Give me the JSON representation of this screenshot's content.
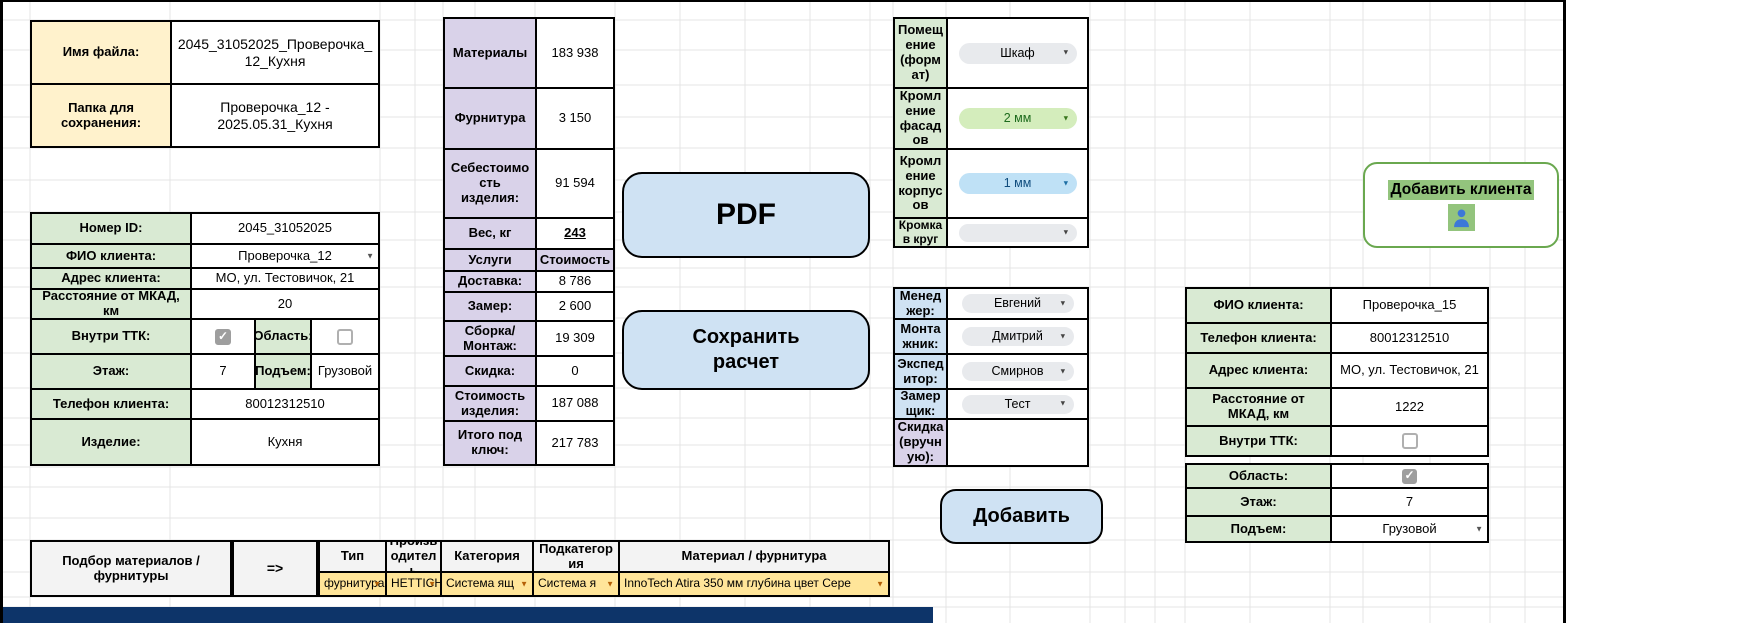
{
  "icons": {
    "dropdown": "▼",
    "check": "✓"
  },
  "colors": {
    "label_yellow": "#fff2cc",
    "label_green": "#d9ead3",
    "label_purple": "#d9d2e9",
    "label_blue": "#cfe2f3",
    "button_blue": "#cfe2f3",
    "chip_gray": "#e8eaed",
    "chip_green": "#d4edbc",
    "chip_blue": "#bfe1f6",
    "picker_yellow": "#ffe599",
    "highlight_green": "#93c47d",
    "person_icon_blue": "#3c78d8",
    "navy_bar": "#0d3469"
  },
  "file_info": {
    "name_label": "Имя файла:",
    "name_value": "2045_31052025_Проверочка_12_Кухня",
    "folder_label": "Папка для сохранения:",
    "folder_value": "Проверочка_12 - 2025.05.31_Кухня"
  },
  "client_left": {
    "id_label": "Номер ID:",
    "id_value": "2045_31052025",
    "fio_label": "ФИО клиента:",
    "fio_value": "Проверочка_12",
    "address_label": "Адрес клиента:",
    "address_value": "МО, ул. Тестовичок, 21",
    "mkad_label": "Расстояние от МКАД, км",
    "mkad_value": "20",
    "ttk_label": "Внутри ТТК:",
    "ttk_checked": true,
    "oblast_label": "Область:",
    "oblast_checked": false,
    "floor_label": "Этаж:",
    "floor_value": "7",
    "lift_label": "Подъем:",
    "lift_value": "Грузовой",
    "phone_label": "Телефон клиента:",
    "phone_value": "80012312510",
    "product_label": "Изделие:",
    "product_value": "Кухня"
  },
  "costs": {
    "materials_label": "Материалы",
    "materials_value": "183 938",
    "furniture_label": "Фурнитура",
    "furniture_value": "3 150",
    "cost_label": "Себестоимость изделия:",
    "cost_value": "91 594",
    "weight_label": "Вес, кг",
    "weight_value": "243",
    "services_header": "Услуги",
    "price_header": "Стоимость",
    "delivery_label": "Доставка:",
    "delivery_value": "8 786",
    "measure_label": "Замер:",
    "measure_value": "2 600",
    "assembly_label": "Сборка/Монтаж:",
    "assembly_value": "19 309",
    "discount_label": "Скидка:",
    "discount_value": "0",
    "product_cost_label": "Стоимость изделия:",
    "product_cost_value": "187 088",
    "total_label": "Итого под ключ:",
    "total_value": "217 783"
  },
  "buttons": {
    "pdf": "PDF",
    "save": "Сохранить\nрасчет",
    "add": "Добавить",
    "add_client": "Добавить клиента"
  },
  "options": {
    "room_label": "Помещение (формат)",
    "room_value": "Шкаф",
    "facade_edge_label": "Кромление фасадов",
    "facade_edge_value": "2 мм",
    "body_edge_label": "Кромление корпусов",
    "body_edge_value": "1 мм",
    "round_edge_label": "Кромка в круг",
    "round_edge_value": ""
  },
  "staff": {
    "manager_label": "Менеджер:",
    "manager_value": "Евгений",
    "installer_label": "Монтажник:",
    "installer_value": "Дмитрий",
    "forwarder_label": "Экспедитор:",
    "forwarder_value": "Смирнов",
    "surveyor_label": "Замерщик:",
    "surveyor_value": "Тест",
    "manual_discount_label": "Скидка (вручную):",
    "manual_discount_value": ""
  },
  "client_right": {
    "fio_label": "ФИО клиента:",
    "fio_value": "Проверочка_15",
    "phone_label": "Телефон клиента:",
    "phone_value": "80012312510",
    "address_label": "Адрес клиента:",
    "address_value": "МО, ул. Тестовичок, 21",
    "mkad_label": "Расстояние от МКАД, км",
    "mkad_value": "1222",
    "ttk_label": "Внутри ТТК:",
    "ttk_checked": false,
    "oblast_label": "Область:",
    "oblast_checked": true,
    "floor_label": "Этаж:",
    "floor_value": "7",
    "lift_label": "Подъем:",
    "lift_value": "Грузовой"
  },
  "picker": {
    "title": "Подбор материалов / фурнитуры",
    "arrow": "=>",
    "col_type": "Тип",
    "col_manufacturer": "Производитель",
    "col_category": "Категория",
    "col_subcategory": "Подкатегория",
    "col_material": "Материал / фурнитура",
    "sel_type": "фурнитура",
    "sel_manufacturer": "HETTICH",
    "sel_category": "Система ящ",
    "sel_subcategory": "Система я",
    "sel_material": "InnoTech Atira 350 мм глубина цвет Сере"
  }
}
